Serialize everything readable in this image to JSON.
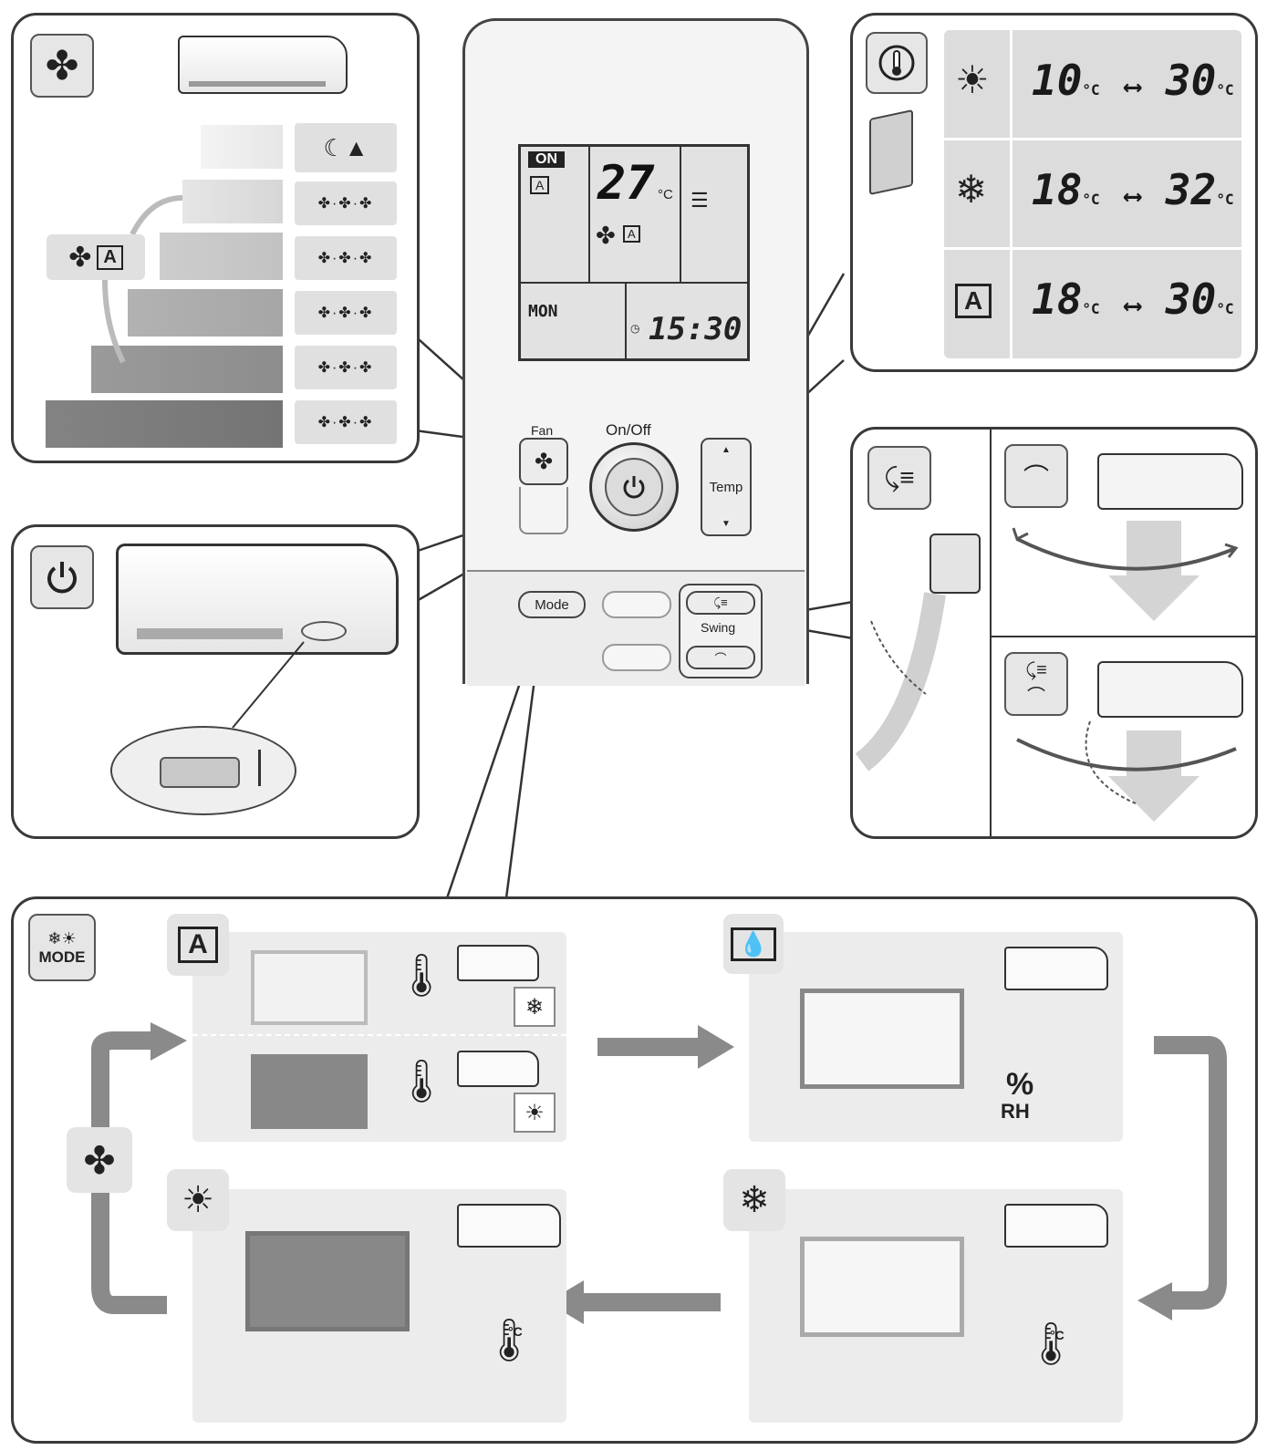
{
  "remote": {
    "lcd": {
      "on_badge": "ON",
      "temperature": "27",
      "temp_unit": "°C",
      "day": "MON",
      "clock": "15:30"
    },
    "fan_label": "Fan",
    "onoff_label": "On/Off",
    "temp_label": "Temp",
    "mode_label": "Mode",
    "swing_label": "Swing"
  },
  "temperature_ranges": [
    {
      "mode": "heat",
      "min": "10",
      "max": "30",
      "unit": "°C"
    },
    {
      "mode": "cool",
      "min": "18",
      "max": "32",
      "unit": "°C"
    },
    {
      "mode": "auto",
      "min": "18",
      "max": "30",
      "unit": "°C"
    }
  ],
  "mode_panel": {
    "mode_icon_label": "MODE",
    "rh_label_top": "%",
    "rh_label_bottom": "RH",
    "thermo_unit": "°C"
  },
  "icons": [
    "fan-icon",
    "auto-icon",
    "night-icon",
    "power-icon",
    "thermometer-icon",
    "sun-icon",
    "snowflake-icon",
    "swing-vertical-icon",
    "swing-horizontal-icon",
    "dry-icon",
    "mode-icon"
  ],
  "colors": {
    "panel_border": "#3a3a3a",
    "icon_bg": "#e6e6e6",
    "scene_bg": "#ececec"
  }
}
